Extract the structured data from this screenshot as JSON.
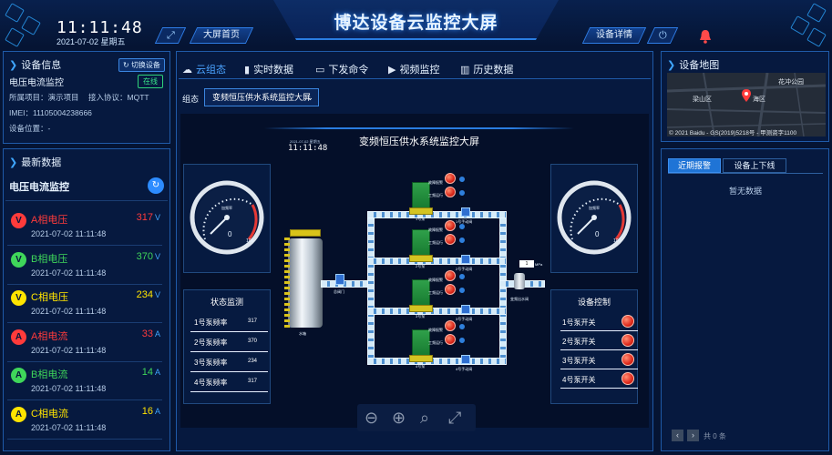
{
  "header": {
    "title": "博达设备云监控大屏",
    "time": "11:11:48",
    "date": "2021-07-02 星期五",
    "nav_home": "大屏首页",
    "nav_detail": "设备详情"
  },
  "device_info": {
    "title": "设备信息",
    "switch_label": "切换设备",
    "name": "电压电流监控",
    "status": "在线",
    "project": "所属项目：演示项目",
    "protocol": "接入协议：MQTT",
    "imei": "IMEI：11105004238666",
    "location": "设备位置：-"
  },
  "latest": {
    "title": "最新数据",
    "group": "电压电流监控",
    "items": [
      {
        "badge": "V",
        "name": "A相电压",
        "value": "317",
        "unit": "V",
        "time": "2021-07-02 11:11:48",
        "color": "#ff3b3b"
      },
      {
        "badge": "V",
        "name": "B相电压",
        "value": "370",
        "unit": "V",
        "time": "2021-07-02 11:11:48",
        "color": "#3fd65a"
      },
      {
        "badge": "V",
        "name": "C相电压",
        "value": "234",
        "unit": "V",
        "time": "2021-07-02 11:11:48",
        "color": "#ffe400"
      },
      {
        "badge": "A",
        "name": "A相电流",
        "value": "33",
        "unit": "A",
        "time": "2021-07-02 11:11:48",
        "color": "#ff3b3b"
      },
      {
        "badge": "A",
        "name": "B相电流",
        "value": "14",
        "unit": "A",
        "time": "2021-07-02 11:11:48",
        "color": "#3fd65a"
      },
      {
        "badge": "A",
        "name": "C相电流",
        "value": "16",
        "unit": "A",
        "time": "2021-07-02 11:11:48",
        "color": "#ffe400"
      }
    ]
  },
  "tabs": [
    {
      "icon": "☁",
      "label": "云组态"
    },
    {
      "icon": "▮",
      "label": "实时数据"
    },
    {
      "icon": "▭",
      "label": "下发命令"
    },
    {
      "icon": "▶",
      "label": "视频监控"
    },
    {
      "icon": "▥",
      "label": "历史数据"
    }
  ],
  "scada": {
    "select_label": "组态",
    "selected": "变频恒压供水系统监控大屏",
    "screen_title": "变频恒压供水系统监控大屏",
    "mini_time": "11:11:48",
    "mini_date": "2021-07-02 星期五",
    "gauge_left": {
      "center_label": "加频率",
      "value": "0",
      "max": "100"
    },
    "gauge_right": {
      "center_label": "加频率",
      "value": "0",
      "max": "100"
    },
    "tank_label": "水箱",
    "inlet_valve_label": "总阀门",
    "outlet_label": "变频出水阀",
    "pump_labels": [
      "1号泵",
      "2号泵",
      "3号泵",
      "4号泵"
    ],
    "pump_valve_labels": [
      "1号手动阀",
      "2号手动阀",
      "3号手动阀",
      "4号手动阀"
    ],
    "lamp_label_a": "故障报警",
    "lamp_label_b": "工频运行",
    "pressure_value": "1",
    "pressure_unit": "MPa",
    "status_title": "状态监测",
    "status_rows": [
      {
        "label": "1号泵频率",
        "value": "317"
      },
      {
        "label": "2号泵频率",
        "value": "370"
      },
      {
        "label": "3号泵频率",
        "value": "234"
      },
      {
        "label": "4号泵频率",
        "value": "317"
      }
    ],
    "control_title": "设备控制",
    "control_rows": [
      "1号泵开关",
      "2号泵开关",
      "3号泵开关",
      "4号泵开关"
    ]
  },
  "map": {
    "title": "设备地图",
    "labels": [
      "花冲公园",
      "海区",
      "梁山区"
    ],
    "copyright": "© 2021 Baidu - GS(2019)5218号 - 甲测资字1100"
  },
  "alarms": {
    "tab_recent": "近期报警",
    "tab_online": "设备上下线",
    "empty": "暂无数据",
    "pager_total": "共 0 条"
  }
}
